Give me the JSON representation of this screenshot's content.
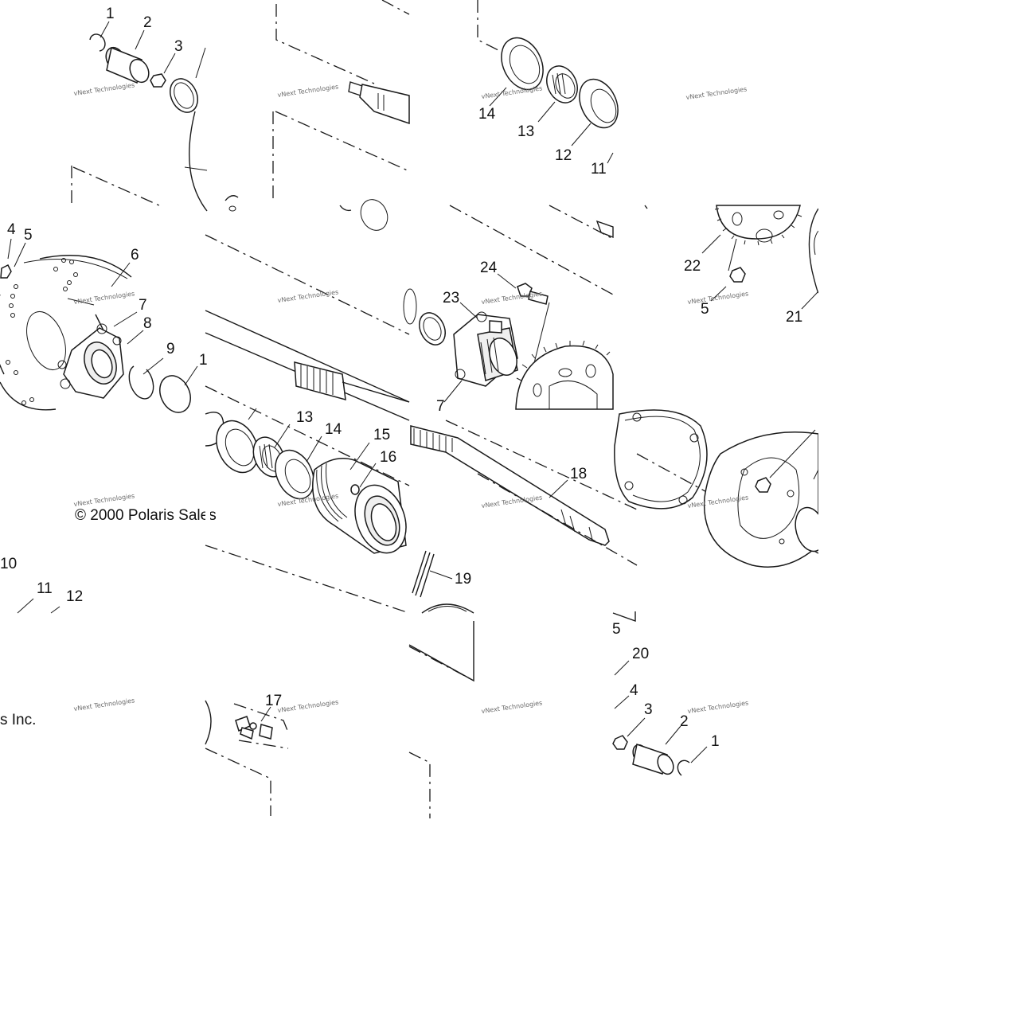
{
  "copyright": {
    "line1": "© 2000 Polaris Sales",
    "line2": "s Inc."
  },
  "watermark": "vNext Technologies",
  "callouts": [
    "1",
    "2",
    "3",
    "14",
    "13",
    "12",
    "11",
    "4",
    "5",
    "6",
    "7",
    "8",
    "9",
    "1",
    "24",
    "23",
    "7",
    "22",
    "5",
    "21",
    "13",
    "14",
    "15",
    "16",
    "18",
    "10",
    "11",
    "12",
    "19",
    "5",
    "20",
    "4",
    "3",
    "2",
    "1",
    "17"
  ]
}
